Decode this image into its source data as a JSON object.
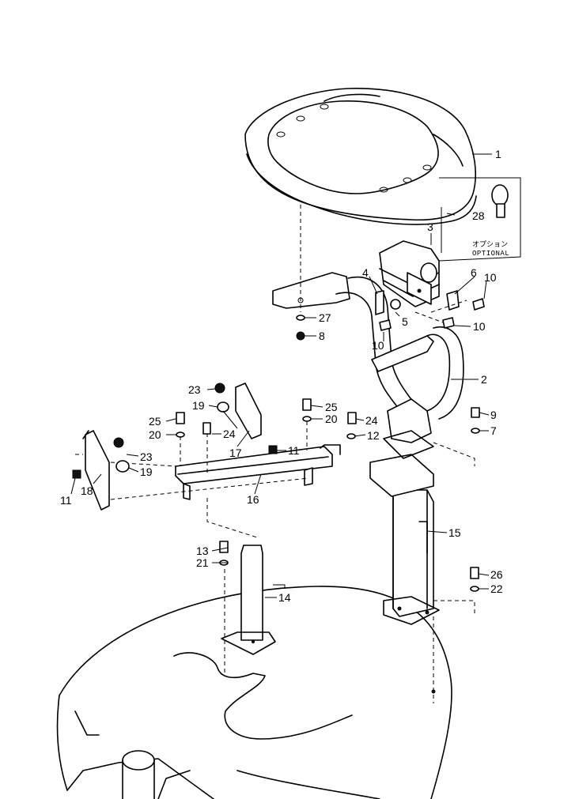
{
  "diagram": {
    "optional_label_jp": "オプション",
    "optional_label_en": "OPTIONAL",
    "callouts": {
      "c1": "1",
      "c2": "2",
      "c3": "3",
      "c4": "4",
      "c5": "5",
      "c6": "6",
      "c7": "7",
      "c8": "8",
      "c9": "9",
      "c10a": "10",
      "c10b": "10",
      "c10c": "10",
      "c11a": "11",
      "c11b": "11",
      "c12": "12",
      "c13": "13",
      "c14": "14",
      "c15": "15",
      "c16": "16",
      "c17": "17",
      "c18": "18",
      "c19a": "19",
      "c19b": "19",
      "c20a": "20",
      "c20b": "20",
      "c21": "21",
      "c22": "22",
      "c23a": "23",
      "c23b": "23",
      "c24a": "24",
      "c24b": "24",
      "c25a": "25",
      "c25b": "25",
      "c26": "26",
      "c27": "27",
      "c28": "28"
    }
  }
}
